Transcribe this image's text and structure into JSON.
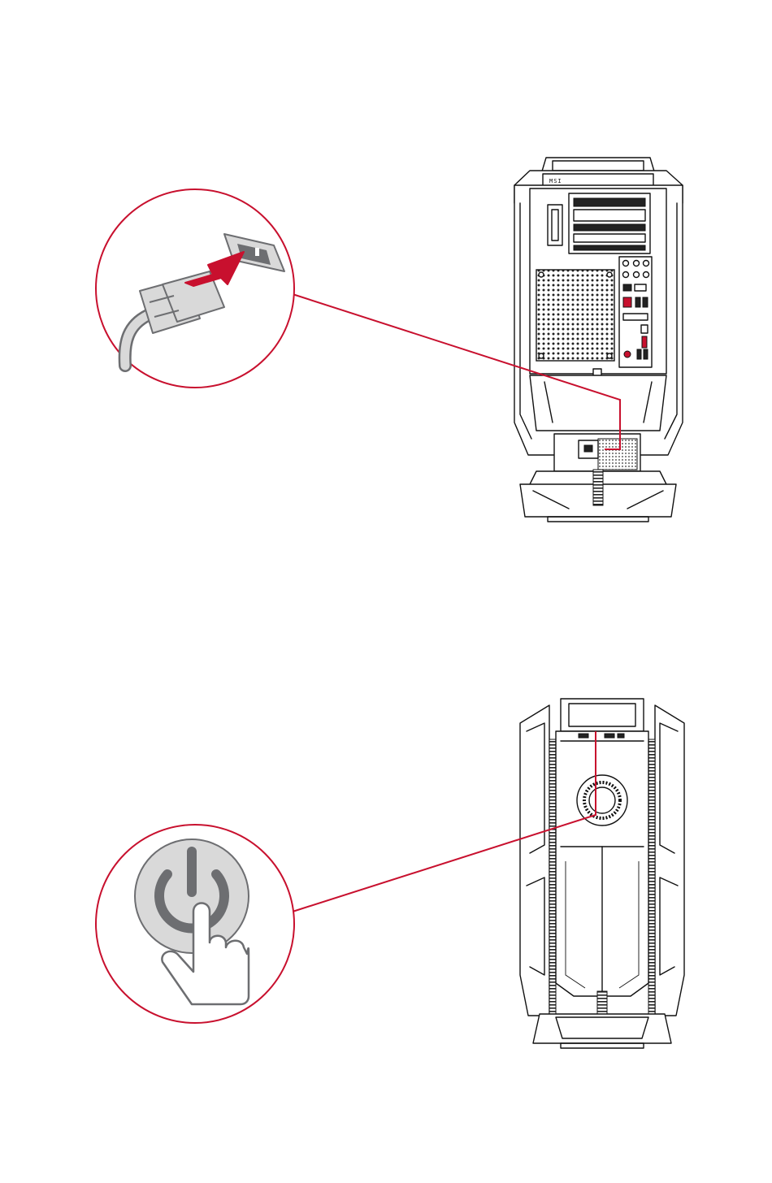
{
  "colors": {
    "accent": "#c8102e",
    "line": "#111111",
    "icon_fill": "#d9d9d9",
    "icon_stroke": "#6d6e71",
    "background": "#ffffff"
  },
  "steps": [
    {
      "callout_icon": "power-plug-insert-icon",
      "target": "rear-power-socket"
    },
    {
      "callout_icon": "press-power-button-icon",
      "target": "front-power-button"
    }
  ],
  "case_rear": {
    "top_label": "MSI"
  }
}
